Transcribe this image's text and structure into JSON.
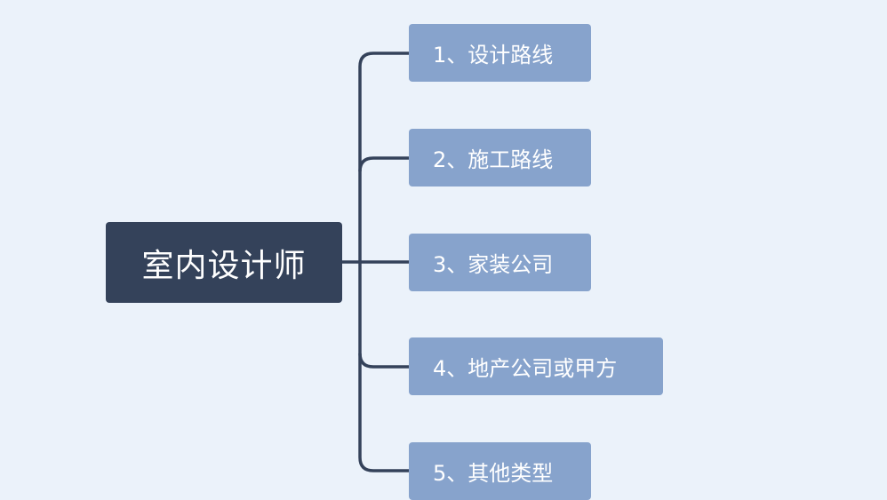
{
  "mindmap": {
    "root": {
      "label": "室内设计师"
    },
    "branches": [
      {
        "label": "1、设计路线"
      },
      {
        "label": "2、施工路线"
      },
      {
        "label": "3、家装公司"
      },
      {
        "label": "4、地产公司或甲方"
      },
      {
        "label": "5、其他类型"
      }
    ]
  },
  "colors": {
    "background": "#ebf2fa",
    "root_fill": "#34425a",
    "branch_fill": "#87a3cc",
    "connector": "#34425a",
    "text": "#ffffff"
  }
}
